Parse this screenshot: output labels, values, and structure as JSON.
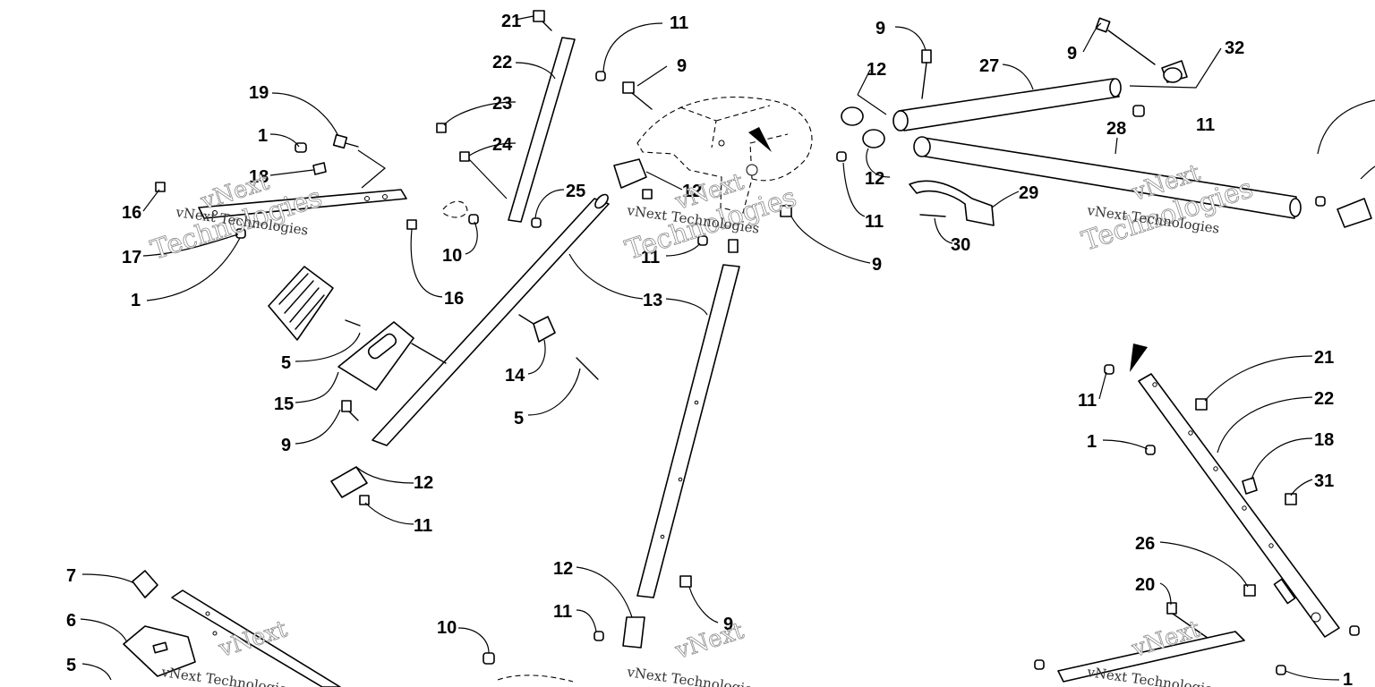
{
  "callouts": {
    "c1": "21",
    "c2": "11",
    "c3": "22",
    "c4": "9",
    "c5": "9",
    "c6": "12",
    "c7": "27",
    "c8": "9",
    "c9": "32",
    "c10": "19",
    "c11": "1",
    "c12": "18",
    "c13": "23",
    "c14": "24",
    "c15": "16",
    "c16": "17",
    "c17": "1",
    "c18": "16",
    "c19": "10",
    "c20": "25",
    "c21": "12",
    "c22": "11",
    "c23": "9",
    "c24": "13",
    "c25": "11",
    "c26": "12",
    "c27": "11",
    "c28": "28",
    "c29": "29",
    "c30": "30",
    "c31": "5",
    "c32": "15",
    "c33": "9",
    "c34": "12",
    "c35": "11",
    "c36": "14",
    "c37": "5",
    "c38": "12",
    "c39": "11",
    "c40": "9",
    "c41": "10",
    "c42": "21",
    "c43": "22",
    "c44": "11",
    "c45": "1",
    "c46": "18",
    "c47": "31",
    "c48": "26",
    "c49": "20",
    "c50": "1",
    "c51": "7",
    "c52": "6",
    "c53": "5"
  },
  "watermarks": {
    "brand": "vNext",
    "sub": "Technologies",
    "full": "vNext Technologies"
  }
}
